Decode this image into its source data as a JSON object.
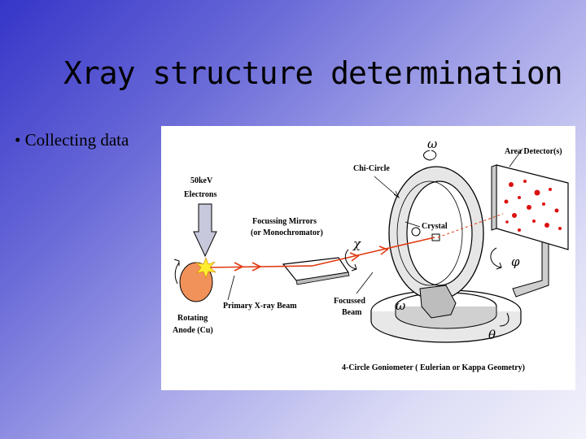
{
  "slide": {
    "title": "Xray structure determination",
    "bullet": "• Collecting data"
  },
  "diagram": {
    "labels": {
      "electrons": [
        "50keV",
        "Electrons"
      ],
      "mirrors": [
        "Focussing Mirrors",
        "(or Monochromator)"
      ],
      "chi_circle": "Chi-Circle",
      "crystal": "Crystal",
      "area_detector": "Area Detector(s)",
      "primary_beam": "Primary X-ray Beam",
      "focussed_beam": [
        "Focussed",
        "Beam"
      ],
      "anode": [
        "Rotating",
        "Anode (Cu)"
      ],
      "goniometer": "4-Circle Goniometer ( Eulerian or Kappa Geometry)"
    },
    "greek": {
      "omega_top": "ω",
      "chi": "χ",
      "phi": "φ",
      "omega_base": "ω",
      "theta": "θ"
    },
    "colors": {
      "beam": "#e03a10",
      "anode": "#f0925a",
      "spot": "#ffee30",
      "crystal": "#5a78c8",
      "diffraction_spots": "#dd1010"
    }
  }
}
